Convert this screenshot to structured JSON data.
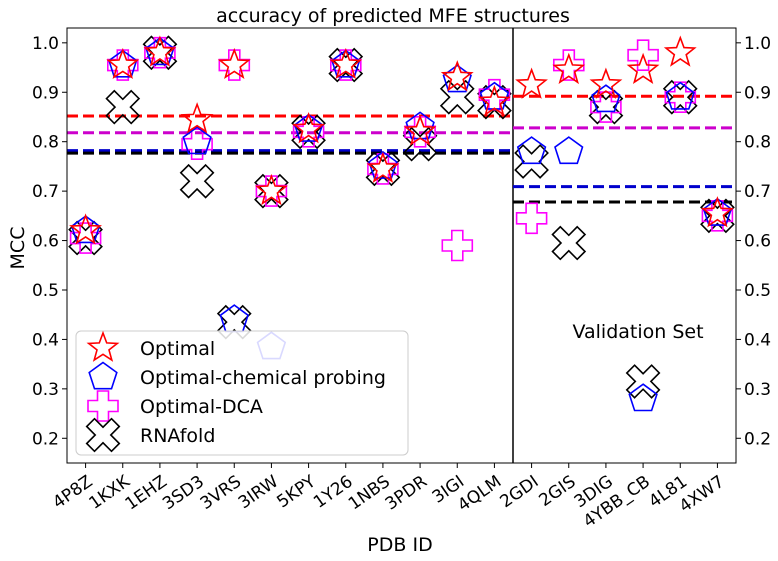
{
  "chart_data": {
    "type": "scatter",
    "title": "accuracy of predicted MFE structures",
    "xlabel": "PDB ID",
    "ylabel": "MCC",
    "annotation": "Validation Set",
    "categories": [
      "4P8Z",
      "1KXK",
      "1EHZ",
      "3SD3",
      "3VRS",
      "3IRW",
      "5KPY",
      "1Y26",
      "1NBS",
      "3PDR",
      "3IGI",
      "4QLM",
      "2GDI",
      "2GIS",
      "3DIG",
      "4YBB_CB",
      "4L81",
      "4XW7"
    ],
    "split_after_index": 11,
    "ylim": [
      0.15,
      1.03
    ],
    "yticks": [
      0.2,
      0.3,
      0.4,
      0.5,
      0.6,
      0.7,
      0.8,
      0.9,
      1.0
    ],
    "ytick_labels": [
      "0.2",
      "0.3",
      "0.4",
      "0.5",
      "0.6",
      "0.7",
      "0.8",
      "0.9",
      "1.0"
    ],
    "legend_position": "lower-left",
    "series": [
      {
        "name": "Optimal",
        "marker": "star",
        "color": "#ff0000",
        "values": [
          0.62,
          0.955,
          0.98,
          0.845,
          0.955,
          0.7,
          0.825,
          0.955,
          0.745,
          0.82,
          0.93,
          0.88,
          0.915,
          0.945,
          0.915,
          0.945,
          0.98,
          0.655
        ]
      },
      {
        "name": "Optimal-chemical probing",
        "marker": "pentagon",
        "color": "#0000ff",
        "values": [
          0.62,
          0.955,
          0.98,
          0.8,
          0.44,
          0.385,
          0.825,
          0.955,
          0.75,
          0.83,
          0.925,
          0.89,
          0.78,
          0.78,
          0.885,
          0.28,
          0.89,
          0.655
        ]
      },
      {
        "name": "Optimal-DCA",
        "marker": "plus",
        "color": "#ff00ff",
        "values": [
          0.605,
          0.955,
          0.98,
          0.795,
          0.955,
          0.7,
          0.82,
          0.955,
          0.745,
          0.82,
          0.59,
          0.895,
          0.645,
          0.955,
          0.87,
          0.975,
          0.89,
          0.65
        ]
      },
      {
        "name": "RNAfold",
        "marker": "x",
        "color": "#000000",
        "values": [
          0.605,
          0.87,
          0.98,
          0.72,
          0.435,
          0.7,
          0.82,
          0.955,
          0.745,
          0.795,
          0.89,
          0.88,
          0.76,
          0.595,
          0.87,
          0.315,
          0.89,
          0.65
        ]
      }
    ],
    "mean_lines": [
      {
        "series": "Optimal",
        "set": "test",
        "value": 0.852,
        "color": "#ff0000"
      },
      {
        "series": "Optimal-DCA",
        "set": "test",
        "value": 0.818,
        "color": "#cc00cc"
      },
      {
        "series": "Optimal-chemical probing",
        "set": "test",
        "value": 0.782,
        "color": "#0000cc"
      },
      {
        "series": "RNAfold",
        "set": "test",
        "value": 0.777,
        "color": "#000000"
      },
      {
        "series": "Optimal",
        "set": "validation",
        "value": 0.892,
        "color": "#ff0000"
      },
      {
        "series": "Optimal-DCA",
        "set": "validation",
        "value": 0.828,
        "color": "#cc00cc"
      },
      {
        "series": "Optimal-chemical probing",
        "set": "validation",
        "value": 0.709,
        "color": "#0000cc"
      },
      {
        "series": "RNAfold",
        "set": "validation",
        "value": 0.678,
        "color": "#000000"
      }
    ]
  }
}
